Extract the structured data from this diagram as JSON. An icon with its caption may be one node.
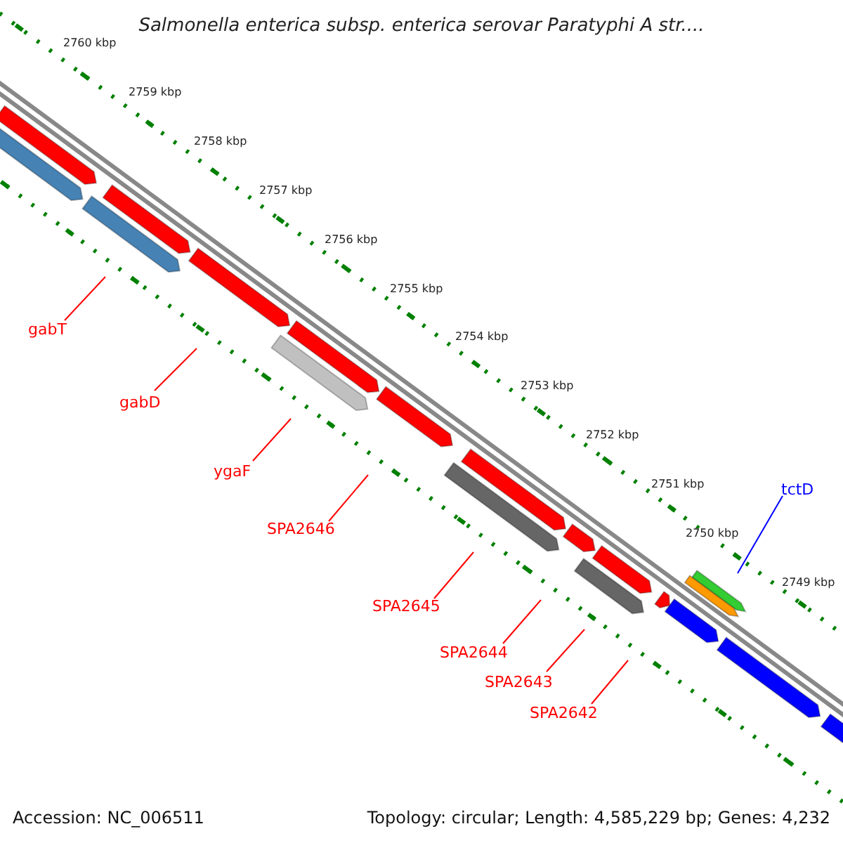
{
  "diagram": {
    "title": "Salmonella enterica subsp. enterica serovar Paratyphi A str....",
    "nodes": [
      {
        "text": [
          "gabT"
        ]
      },
      {
        "text": [
          "gabD"
        ]
      },
      {
        "text": [
          "ygaF"
        ]
      },
      {
        "text": [
          "SPA2646"
        ]
      },
      {
        "text": [
          "SPA2645"
        ]
      },
      {
        "text": [
          "SPA2644"
        ]
      },
      {
        "text": [
          "SPA2643"
        ]
      },
      {
        "text": [
          "SPA2642"
        ]
      },
      {
        "text": [
          "tctD"
        ]
      }
    ],
    "edges": [
      {
        "from": 0,
        "to": null,
        "arrow": "none"
      },
      {
        "from": 1,
        "to": null,
        "arrow": "none"
      },
      {
        "from": 2,
        "to": null,
        "arrow": "none"
      },
      {
        "from": 3,
        "to": null,
        "arrow": "none"
      },
      {
        "from": 4,
        "to": null,
        "arrow": "none"
      },
      {
        "from": 5,
        "to": null,
        "arrow": "none"
      },
      {
        "from": 6,
        "to": null,
        "arrow": "none"
      },
      {
        "from": 7,
        "to": null,
        "arrow": "none"
      },
      {
        "from": 8,
        "to": null,
        "arrow": "none",
        "color": "#0000ff"
      }
    ],
    "labels": [
      "2760 kbp",
      "2759 kbp",
      "2758 kbp",
      "2757 kbp",
      "2756 kbp",
      "2755 kbp",
      "2754 kbp",
      "2753 kbp",
      "2752 kbp",
      "2751 kbp",
      "2750 kbp",
      "2749 kbp",
      "Accession: NC_006511",
      "Topology: circular; Length: 4,585,229 bp; Genes: 4,232"
    ]
  }
}
